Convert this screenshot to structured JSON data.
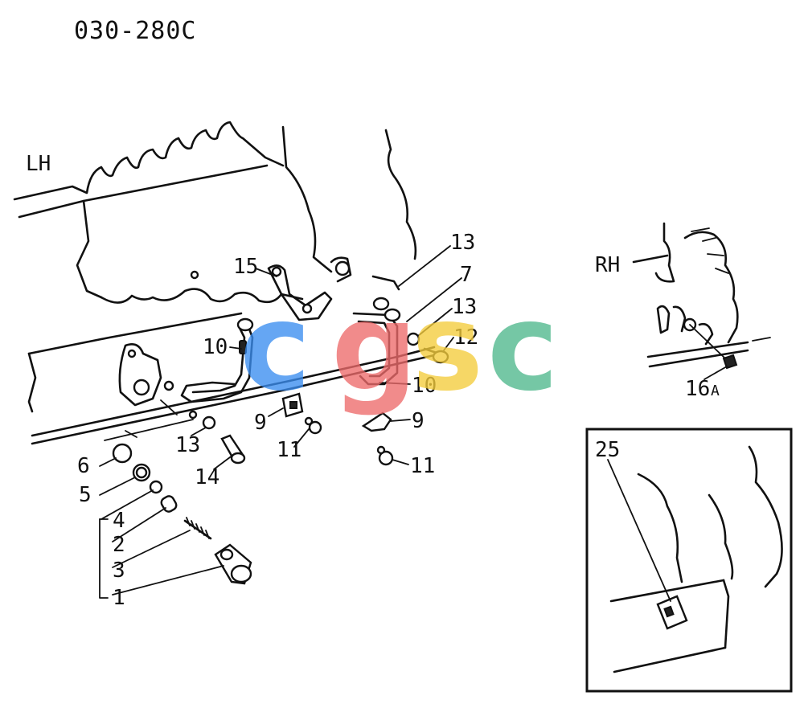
{
  "diagram": {
    "code": "030-280C",
    "side_labels": {
      "left": "LH",
      "right": "RH"
    },
    "callouts": {
      "c1": "1",
      "c2": "2",
      "c3": "3",
      "c4": "4",
      "c5": "5",
      "c6": "6",
      "c7": "7",
      "c9a": "9",
      "c9b": "9",
      "c10a": "10",
      "c10b": "10",
      "c11a": "11",
      "c11b": "11",
      "c12": "12",
      "c13a": "13",
      "c13b": "13",
      "c13c": "13",
      "c14": "14",
      "c15": "15",
      "c16": "16",
      "c16_suffix": "A",
      "c25": "25"
    }
  },
  "watermark": {
    "letters": [
      "c",
      "g",
      "s",
      "c"
    ],
    "colors": [
      "#3b8ef0",
      "#ee6b6b",
      "#f4cc3c",
      "#4fb88c"
    ]
  }
}
